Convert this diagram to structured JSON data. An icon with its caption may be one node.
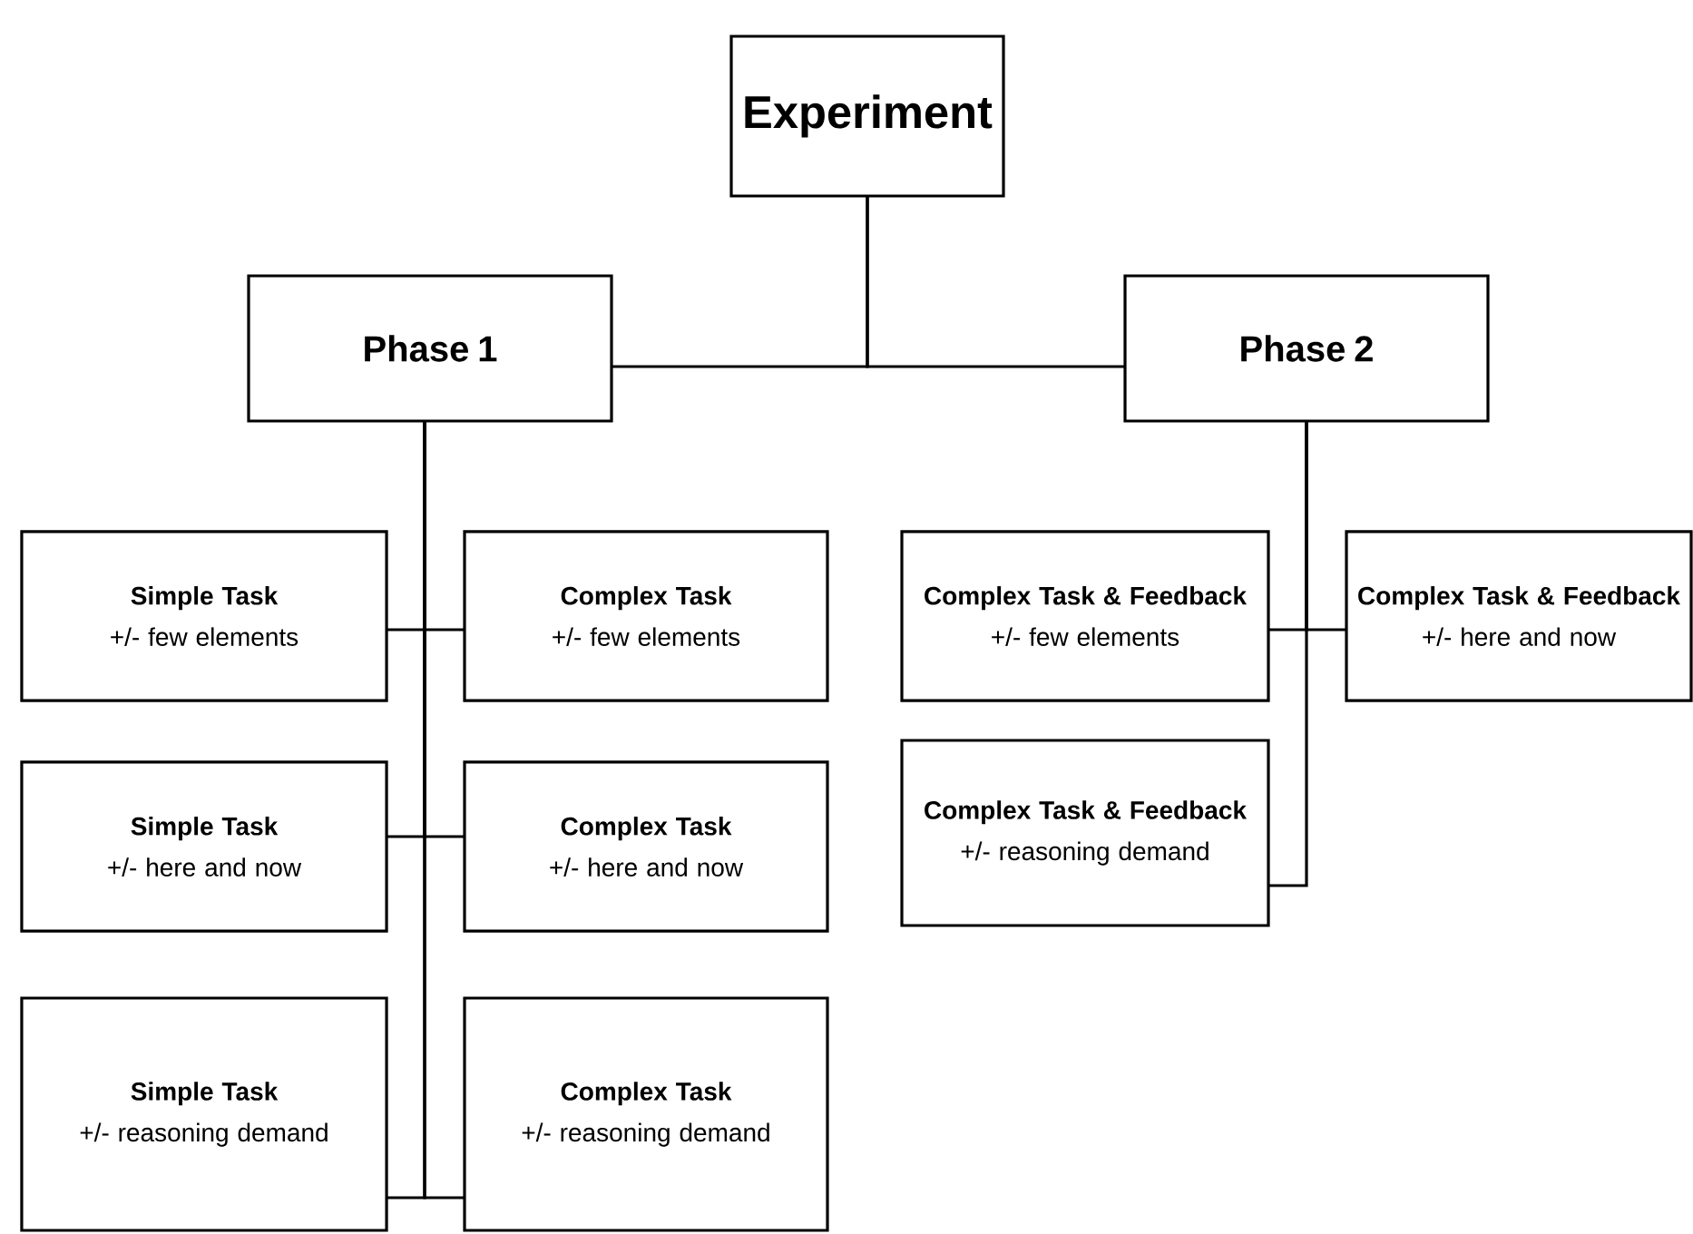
{
  "diagram": {
    "nodes": [
      {
        "text": [
          "Experiment"
        ]
      },
      {
        "text": [
          "Phase 1"
        ]
      },
      {
        "text": [
          "Phase 2"
        ]
      },
      {
        "text": [
          "Simple Task",
          "+/- few elements"
        ]
      },
      {
        "text": [
          "Complex Task",
          "+/- few elements"
        ]
      },
      {
        "text": [
          "Simple Task",
          "+/- here and now"
        ]
      },
      {
        "text": [
          "Complex Task",
          "+/- here and now"
        ]
      },
      {
        "text": [
          "Simple Task",
          "+/- reasoning demand"
        ]
      },
      {
        "text": [
          "Complex Task",
          "+/- reasoning demand"
        ]
      },
      {
        "text": [
          "Complex Task & Feedback",
          "+/- few elements"
        ]
      },
      {
        "text": [
          "Complex Task & Feedback",
          "+/- here and now"
        ]
      },
      {
        "text": [
          "Complex Task & Feedback",
          "+/- reasoning demand"
        ]
      }
    ],
    "edges": [
      {
        "from": 0,
        "to": 1,
        "arrow": "none"
      },
      {
        "from": 0,
        "to": 2,
        "arrow": "none"
      },
      {
        "from": 1,
        "to": 3,
        "arrow": "none"
      },
      {
        "from": 1,
        "to": 4,
        "arrow": "none"
      },
      {
        "from": 1,
        "to": 5,
        "arrow": "none"
      },
      {
        "from": 1,
        "to": 6,
        "arrow": "none"
      },
      {
        "from": 1,
        "to": 7,
        "arrow": "none"
      },
      {
        "from": 1,
        "to": 8,
        "arrow": "none"
      },
      {
        "from": 2,
        "to": 9,
        "arrow": "none"
      },
      {
        "from": 2,
        "to": 10,
        "arrow": "none"
      },
      {
        "from": 2,
        "to": 11,
        "arrow": "none"
      }
    ]
  }
}
